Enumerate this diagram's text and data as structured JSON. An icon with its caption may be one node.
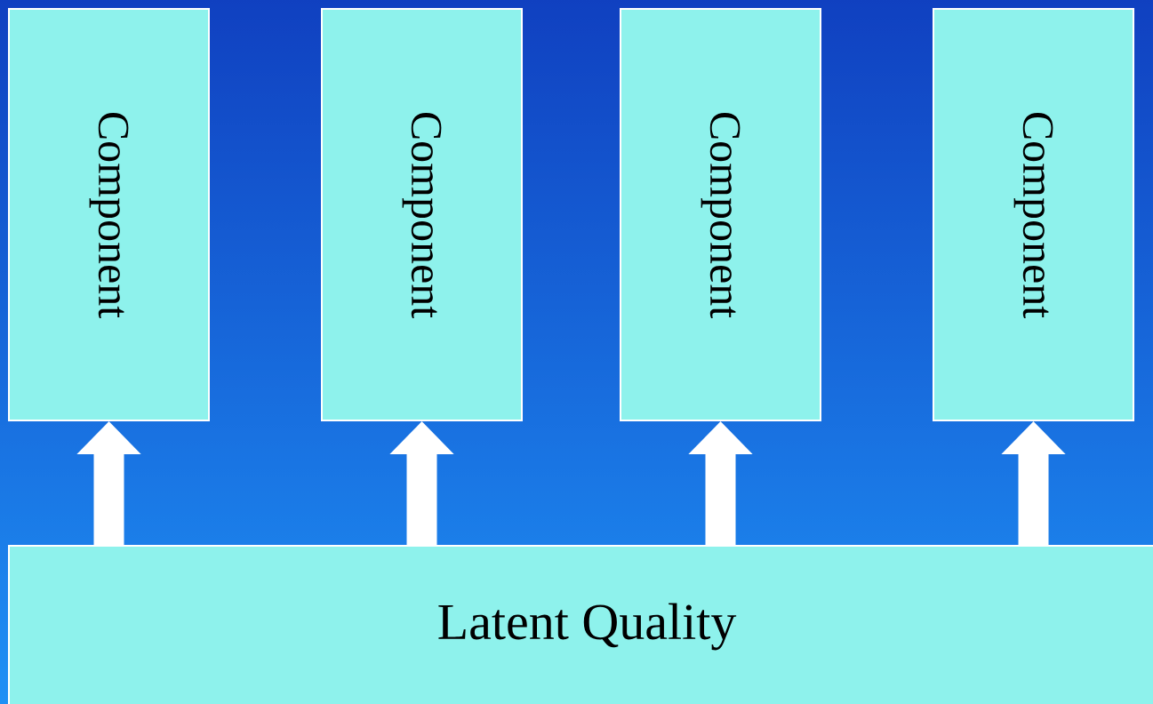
{
  "diagram": {
    "nodes": [
      {
        "text": [
          "Component"
        ]
      },
      {
        "text": [
          "Component"
        ]
      },
      {
        "text": [
          "Component"
        ]
      },
      {
        "text": [
          "Component"
        ]
      },
      {
        "text": [
          "Latent Quality"
        ]
      }
    ],
    "edges": [
      {
        "from": 4,
        "to": 0,
        "arrow": "to"
      },
      {
        "from": 4,
        "to": 1,
        "arrow": "to"
      },
      {
        "from": 4,
        "to": 2,
        "arrow": "to"
      },
      {
        "from": 4,
        "to": 3,
        "arrow": "to"
      }
    ]
  }
}
